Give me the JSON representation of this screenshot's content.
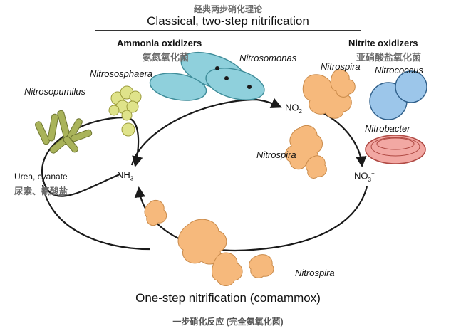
{
  "captions": {
    "top": "经典两步硝化理论",
    "bottom": "一步硝化反应 (完全氨氧化菌)"
  },
  "titles": {
    "classical": "Classical, two-step nitrification",
    "comammox": "One-step nitrification (comammox)"
  },
  "groups": {
    "ammonia_oxidizers": {
      "en": "Ammonia oxidizers",
      "cn": "氨氮氧化菌"
    },
    "nitrite_oxidizers": {
      "en": "Nitrite oxidizers",
      "cn": "亚硝酸盐氧化菌"
    }
  },
  "species": {
    "nitrosopumilus": "Nitrosopumilus",
    "nitrososphaera": "Nitrososphaera",
    "nitrosomonas": "Nitrosomonas",
    "nitrospira_top": "Nitrospira",
    "nitrococcus": "Nitrococcus",
    "nitrobacter": "Nitrobacter",
    "nitrospira_mid": "Nitrospira",
    "nitrospira_bottom": "Nitrospira"
  },
  "compounds": {
    "urea": {
      "en": "Urea, cyanate",
      "cn": "尿素、氰酸盐"
    },
    "nh3": {
      "base": "NH",
      "sub": "3"
    },
    "no2": {
      "base": "NO",
      "sub": "2",
      "sup": "−"
    },
    "no3": {
      "base": "NO",
      "sub": "3",
      "sup": "−"
    }
  },
  "colors": {
    "arrow": "#1a1a1a",
    "nitrosopumilus": "#a9b35a",
    "nitrososphaera": "#dfe38a",
    "nitrosomonas": "#8fd0dc",
    "nitrospira": "#f6b97c",
    "nitrococcus": "#9cc6ea",
    "nitrobacter": "#f2a8a3"
  }
}
